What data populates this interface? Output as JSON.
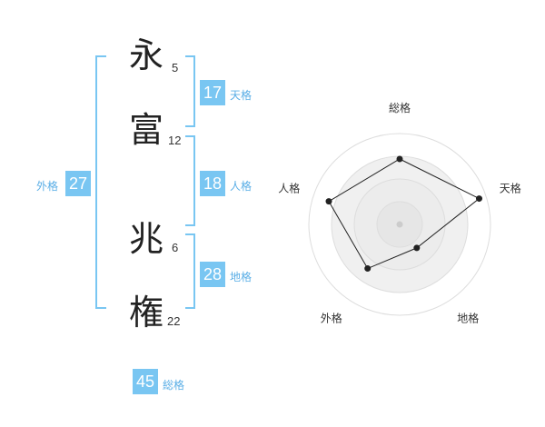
{
  "name": {
    "chars": [
      {
        "char": "永",
        "strokes": "5"
      },
      {
        "char": "富",
        "strokes": "12"
      },
      {
        "char": "兆",
        "strokes": "6"
      },
      {
        "char": "権",
        "strokes": "22"
      }
    ]
  },
  "kaku": {
    "tenkaku": {
      "value": "17",
      "label": "天格"
    },
    "jinkaku": {
      "value": "18",
      "label": "人格"
    },
    "chikaku": {
      "value": "28",
      "label": "地格"
    },
    "gaikaku": {
      "value": "27",
      "label": "外格"
    },
    "soukaku": {
      "value": "45",
      "label": "総格"
    }
  },
  "colors": {
    "bracket": "#79c6f2",
    "badge": "#79c6f2",
    "badge_label": "#5aaee6"
  },
  "chart_data": {
    "type": "radar",
    "axes": [
      "総格",
      "天格",
      "地格",
      "外格",
      "人格"
    ],
    "values": [
      0.72,
      0.92,
      0.32,
      0.6,
      0.82
    ],
    "range": [
      0,
      1
    ],
    "rings": 4
  }
}
